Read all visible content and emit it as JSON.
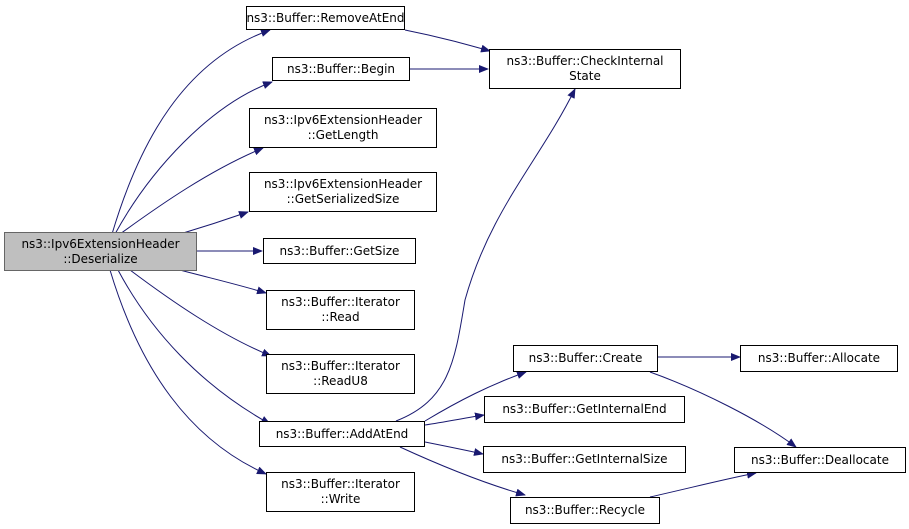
{
  "colors": {
    "edge": "#191970",
    "root_fill": "#bfbfbf",
    "node_border": "#000000"
  },
  "nodes": {
    "root": [
      "ns3::Ipv6ExtensionHeader",
      "::Deserialize"
    ],
    "remove_at_end": [
      "ns3::Buffer::RemoveAtEnd"
    ],
    "begin": [
      "ns3::Buffer::Begin"
    ],
    "check_internal_state": [
      "ns3::Buffer::CheckInternal",
      "State"
    ],
    "get_length": [
      "ns3::Ipv6ExtensionHeader",
      "::GetLength"
    ],
    "get_serialized_size": [
      "ns3::Ipv6ExtensionHeader",
      "::GetSerializedSize"
    ],
    "get_size": [
      "ns3::Buffer::GetSize"
    ],
    "iterator_read": [
      "ns3::Buffer::Iterator",
      "::Read"
    ],
    "iterator_read_u8": [
      "ns3::Buffer::Iterator",
      "::ReadU8"
    ],
    "add_at_end": [
      "ns3::Buffer::AddAtEnd"
    ],
    "iterator_write": [
      "ns3::Buffer::Iterator",
      "::Write"
    ],
    "create": [
      "ns3::Buffer::Create"
    ],
    "allocate": [
      "ns3::Buffer::Allocate"
    ],
    "get_internal_end": [
      "ns3::Buffer::GetInternalEnd"
    ],
    "get_internal_size": [
      "ns3::Buffer::GetInternalSize"
    ],
    "deallocate": [
      "ns3::Buffer::Deallocate"
    ],
    "recycle": [
      "ns3::Buffer::Recycle"
    ]
  }
}
